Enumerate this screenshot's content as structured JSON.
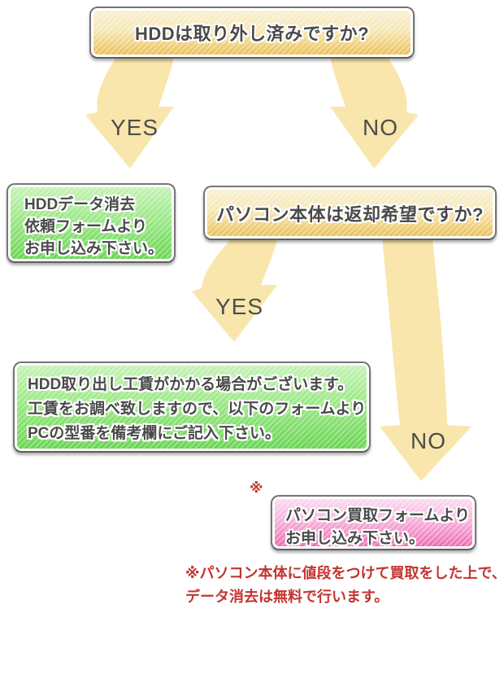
{
  "colors": {
    "arrow_fill": "#F8E6AC",
    "branch_label_text": "#4d4d4d",
    "note_red": "#C43430",
    "yellow_box_bottom": "#EAC055",
    "green_box_bottom": "#66D44F",
    "pink_box_bottom": "#EC67AE"
  },
  "flow": {
    "question1": {
      "text": "HDDは取り外し済みですか?"
    },
    "branch1": {
      "yes": "YES",
      "no": "NO"
    },
    "result_hdd_erase": {
      "lines": [
        "HDDデータ消去",
        "依頼フォームより",
        "お申し込み下さい。"
      ]
    },
    "question2": {
      "text": "パソコン本体は返却希望ですか?"
    },
    "branch2": {
      "yes": "YES",
      "no": "NO"
    },
    "result_hdd_removal": {
      "lines": [
        "HDD取り出し工賃がかかる場合がございます。",
        "工賃をお調べ致しますので、以下のフォームより",
        "PCの型番を備考欄にご記入下さい。"
      ]
    },
    "result_pc_buyback": {
      "marker": "※",
      "lines": [
        "パソコン買取フォームより",
        "お申し込み下さい。"
      ]
    },
    "note": {
      "lines": [
        "※パソコン本体に値段をつけて買取をした上で、",
        "データ消去は無料で行います。"
      ]
    }
  }
}
